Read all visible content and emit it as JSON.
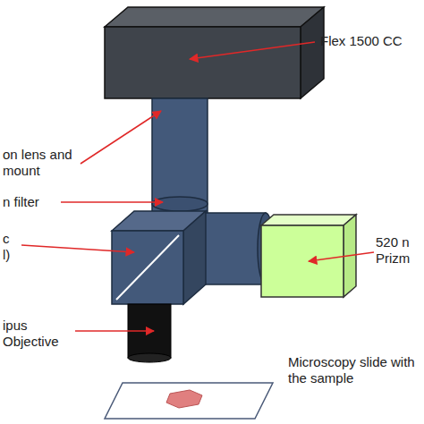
{
  "diagram": {
    "labels": [
      "Flex 1500 CC",
      "on lens and mount",
      "n filter",
      "c l)",
      "ipus Objective",
      "520 n Prizm",
      "Microscopy slide with the sample"
    ]
  }
}
